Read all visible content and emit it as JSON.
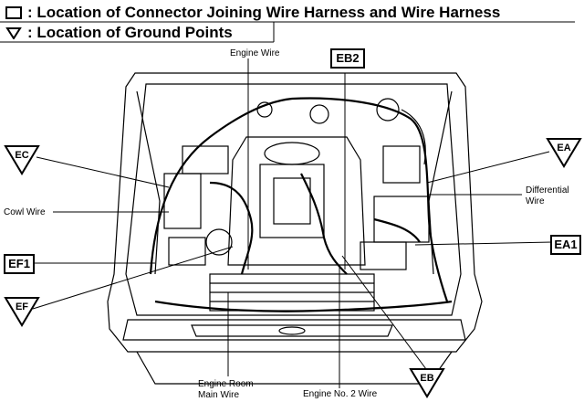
{
  "legend": {
    "connector_symbol": "square",
    "connector_text": ":  Location of Connector Joining Wire Harness and Wire Harness",
    "ground_symbol": "triangle",
    "ground_text": ":  Location of Ground Points"
  },
  "connectors": [
    "EB2",
    "EF1",
    "EA1"
  ],
  "grounds": [
    "EC",
    "EA",
    "EF",
    "EB"
  ],
  "wires": {
    "engine_wire": "Engine Wire",
    "cowl_wire": "Cowl Wire",
    "differential_wire_line1": "Differential",
    "differential_wire_line2": "Wire",
    "engine_room_main_wire_line1": "Engine Room",
    "engine_room_main_wire_line2": "Main Wire",
    "engine_no2_wire": "Engine No. 2 Wire"
  }
}
